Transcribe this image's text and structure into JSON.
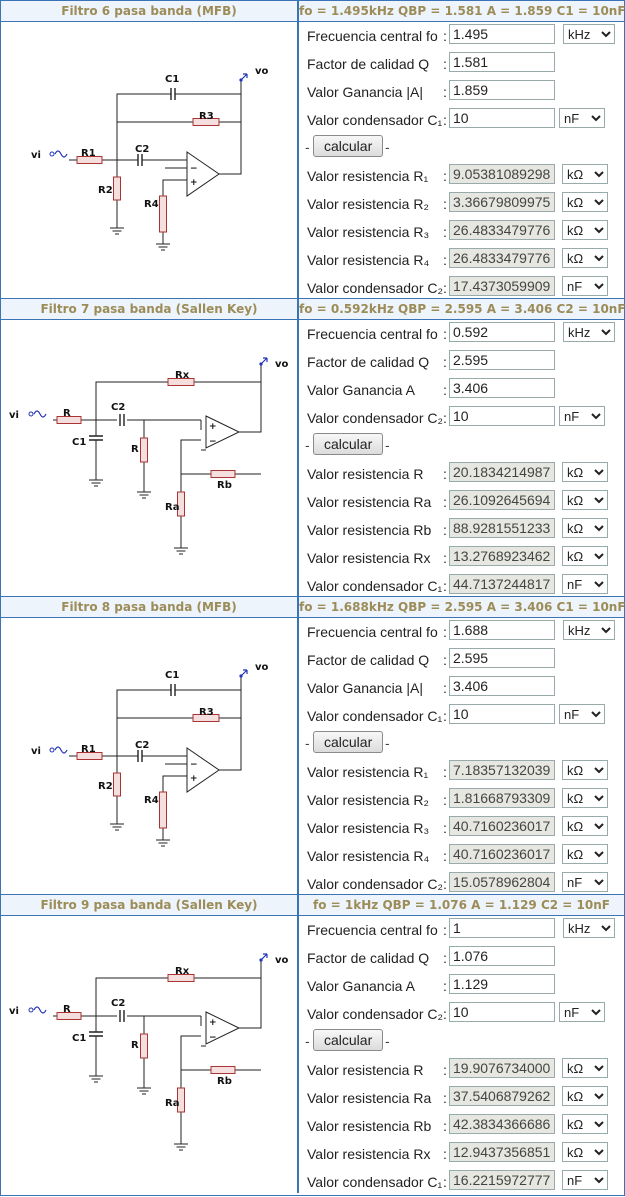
{
  "sections": [
    {
      "title": "Filtro 6 pasa banda (MFB)",
      "summary": "fo = 1.495kHz  QBP = 1.581  A = 1.859  C1 = 10nF",
      "circuit": "mfb",
      "labels": [
        "C1",
        "R3",
        "C2",
        "R1",
        "R2",
        "R4",
        "vi",
        "vo"
      ],
      "button": "calcular",
      "inputs": [
        {
          "label": "Frecuencia central fo",
          "value": "1.495",
          "unit": "kHz"
        },
        {
          "label": "Factor de calidad Q",
          "value": "1.581"
        },
        {
          "label": "Valor Ganancia |A|",
          "value": "1.859"
        },
        {
          "label": "Valor condensador C₁",
          "value": "10",
          "unit": "nF"
        }
      ],
      "outputs": [
        {
          "label": "Valor resistencia R₁",
          "value": "9.05381089298",
          "unit": "kΩ"
        },
        {
          "label": "Valor resistencia R₂",
          "value": "3.36679809975",
          "unit": "kΩ"
        },
        {
          "label": "Valor resistencia R₃",
          "value": "26.4833479776",
          "unit": "kΩ"
        },
        {
          "label": "Valor resistencia R₄",
          "value": "26.4833479776",
          "unit": "kΩ"
        },
        {
          "label": "Valor condensador C₂",
          "value": "17.4373059909",
          "unit": "nF"
        }
      ]
    },
    {
      "title": "Filtro 7 pasa banda (Sallen Key)",
      "summary": "fo = 0.592kHz  QBP = 2.595  A = 3.406  C2 = 10nF",
      "circuit": "sk",
      "labels": [
        "Rx",
        "R",
        "C2",
        "C1",
        "R",
        "Rb",
        "Ra",
        "vi",
        "vo"
      ],
      "button": "calcular",
      "inputs": [
        {
          "label": "Frecuencia central fo",
          "value": "0.592",
          "unit": "kHz"
        },
        {
          "label": "Factor de calidad Q",
          "value": "2.595"
        },
        {
          "label": "Valor Ganancia A",
          "value": "3.406"
        },
        {
          "label": "Valor condensador C₂",
          "value": "10",
          "unit": "nF"
        }
      ],
      "outputs": [
        {
          "label": "Valor resistencia R",
          "value": "20.1834214987",
          "unit": "kΩ"
        },
        {
          "label": "Valor resistencia Ra",
          "value": "26.1092645694",
          "unit": "kΩ"
        },
        {
          "label": "Valor resistencia Rb",
          "value": "88.9281551233",
          "unit": "kΩ"
        },
        {
          "label": "Valor resistencia Rx",
          "value": "13.2768923462",
          "unit": "kΩ"
        },
        {
          "label": "Valor condensador C₁",
          "value": "44.7137244817",
          "unit": "nF"
        }
      ]
    },
    {
      "title": "Filtro 8 pasa banda (MFB)",
      "summary": "fo = 1.688kHz  QBP = 2.595  A = 3.406  C1 = 10nF",
      "circuit": "mfb",
      "labels": [
        "C1",
        "R3",
        "C2",
        "R1",
        "R2",
        "R4",
        "vi",
        "vo"
      ],
      "button": "calcular",
      "inputs": [
        {
          "label": "Frecuencia central fo",
          "value": "1.688",
          "unit": "kHz"
        },
        {
          "label": "Factor de calidad Q",
          "value": "2.595"
        },
        {
          "label": "Valor Ganancia |A|",
          "value": "3.406"
        },
        {
          "label": "Valor condensador C₁",
          "value": "10",
          "unit": "nF"
        }
      ],
      "outputs": [
        {
          "label": "Valor resistencia R₁",
          "value": "7.18357132039",
          "unit": "kΩ"
        },
        {
          "label": "Valor resistencia R₂",
          "value": "1.81668793309",
          "unit": "kΩ"
        },
        {
          "label": "Valor resistencia R₃",
          "value": "40.7160236017",
          "unit": "kΩ"
        },
        {
          "label": "Valor resistencia R₄",
          "value": "40.7160236017",
          "unit": "kΩ"
        },
        {
          "label": "Valor condensador C₂",
          "value": "15.0578962804",
          "unit": "nF"
        }
      ]
    },
    {
      "title": "Filtro 9 pasa banda (Sallen Key)",
      "summary": "fo = 1kHz  QBP = 1.076  A = 1.129  C2 = 10nF",
      "circuit": "sk",
      "labels": [
        "Rx",
        "R",
        "C2",
        "C1",
        "R",
        "Rb",
        "Ra",
        "vi",
        "vo"
      ],
      "button": "calcular",
      "inputs": [
        {
          "label": "Frecuencia central fo",
          "value": "1",
          "unit": "kHz"
        },
        {
          "label": "Factor de calidad Q",
          "value": "1.076"
        },
        {
          "label": "Valor Ganancia A",
          "value": "1.129"
        },
        {
          "label": "Valor condensador C₂",
          "value": "10",
          "unit": "nF"
        }
      ],
      "outputs": [
        {
          "label": "Valor resistencia R",
          "value": "19.9076734000",
          "unit": "kΩ"
        },
        {
          "label": "Valor resistencia Ra",
          "value": "37.5406879262",
          "unit": "kΩ"
        },
        {
          "label": "Valor resistencia Rb",
          "value": "42.3834366686",
          "unit": "kΩ"
        },
        {
          "label": "Valor resistencia Rx",
          "value": "12.9437356851",
          "unit": "kΩ"
        },
        {
          "label": "Valor condensador C₁",
          "value": "16.2215972777",
          "unit": "nF"
        }
      ]
    }
  ],
  "colors": {
    "border": "#3a74b6",
    "header_bg": "#eef4fb",
    "header_text": "#9c8c58",
    "resistor_fill": "#f4dede",
    "resistor_stroke": "#a33"
  }
}
